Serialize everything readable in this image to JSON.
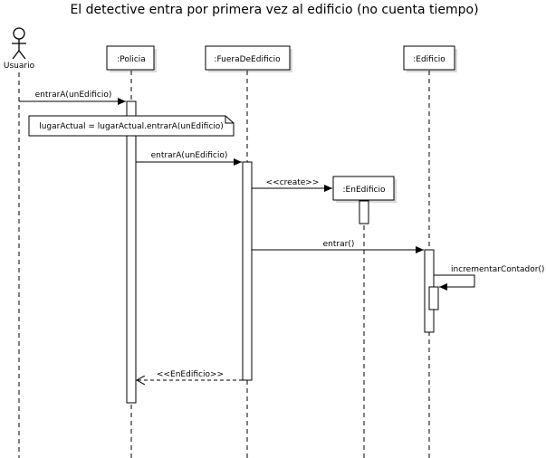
{
  "title": "El detective entra por primera vez al edificio (no cuenta tiempo)",
  "actor": {
    "name": "Usuario"
  },
  "participants": {
    "policia": ":Policia",
    "fuera": ":FueraDeEdificio",
    "edificio": ":Edificio",
    "enedificio": ":EnEdificio"
  },
  "note": "lugarActual = lugarActual.entrarA(unEdificio)",
  "messages": {
    "m1": "entrarA(unEdificio)",
    "m2": "entrarA(unEdificio)",
    "m3": "<<create>>",
    "m4": "entrar()",
    "m5": "incrementarContador()",
    "m6": "<<EnEdificio>>"
  }
}
